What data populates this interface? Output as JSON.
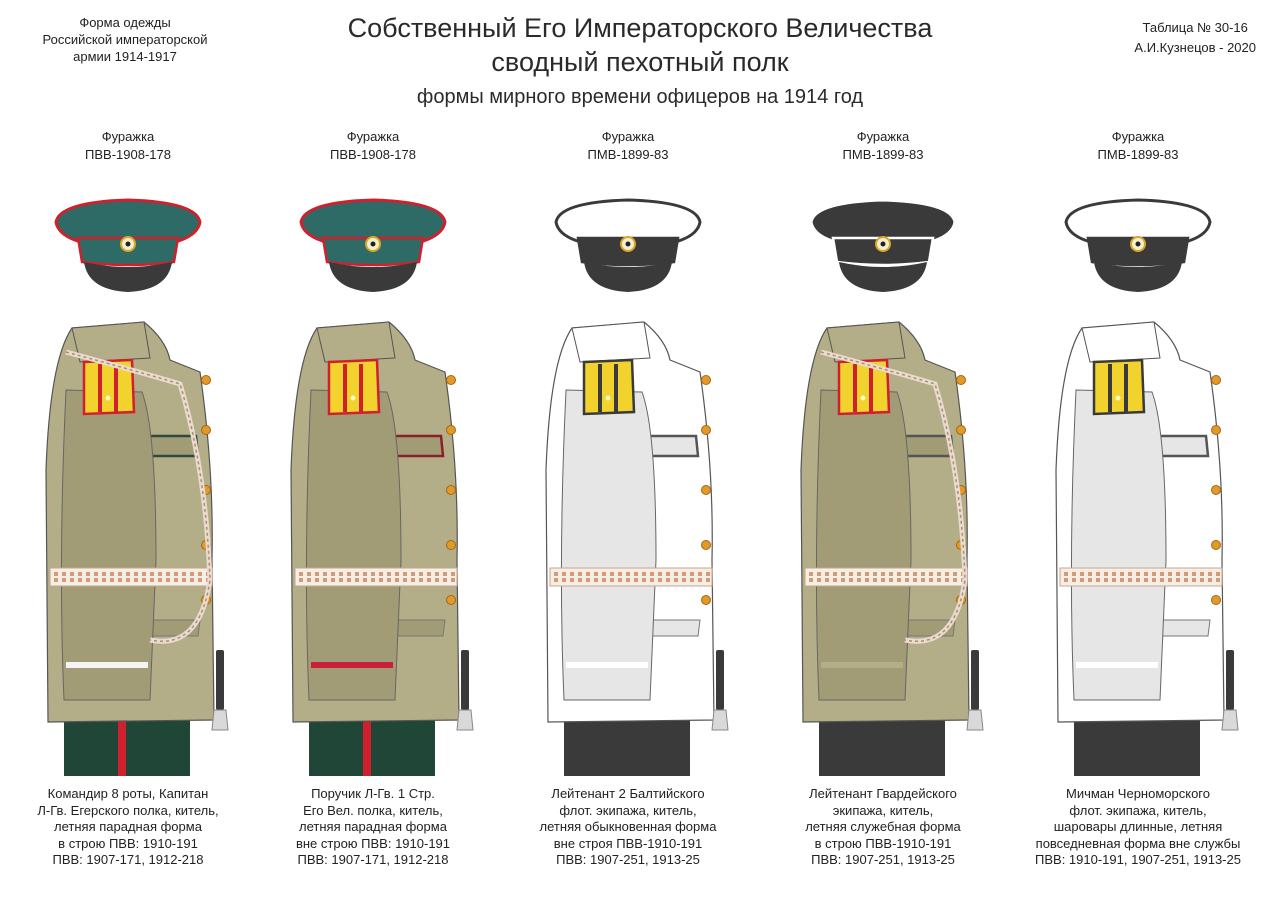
{
  "header": {
    "left_lines": [
      "Форма одежды",
      "Российской императорской",
      "армии  1914-1917"
    ],
    "right_lines": [
      "Таблица № 30-16",
      "А.И.Кузнецов - 2020"
    ],
    "title_line1": "Собственный Его Императорского Величества",
    "title_line2": "сводный пехотный полк",
    "subtitle": "формы мирного времени офицеров на 1914 год"
  },
  "figures": [
    {
      "cap_title": "Фуражка",
      "cap_code": "ПВВ-1908-178",
      "cap": {
        "crown": "#2f6b66",
        "band": "#2f6b66",
        "piping": "#d0202e",
        "visor": "#3a3a3a"
      },
      "tunic": {
        "color": "#b3ae87",
        "shade": "#a19c76",
        "pocket_flap": "#2e4a3e",
        "cuff": "#f4f4f4",
        "aiguillette": true
      },
      "epaulette": {
        "base": "#f2d22c",
        "edge": "#d0202e",
        "stripes": "#d0202e"
      },
      "trousers": {
        "color": "#1f4636",
        "stripe": "#d0202e"
      },
      "lines": [
        "Командир 8 роты, Капитан",
        "Л-Гв. Егерского полка, китель,",
        "летняя парадная форма",
        "в строю  ПВВ: 1910-191",
        "ПВВ: 1907-171, 1912-218"
      ]
    },
    {
      "cap_title": "Фуражка",
      "cap_code": "ПВВ-1908-178",
      "cap": {
        "crown": "#2f6b66",
        "band": "#2f6b66",
        "piping": "#d0202e",
        "visor": "#3a3a3a"
      },
      "tunic": {
        "color": "#b3ae87",
        "shade": "#a19c76",
        "pocket_flap": "#8a1f2c",
        "cuff": "#c8203a",
        "aiguillette": false
      },
      "epaulette": {
        "base": "#f2d22c",
        "edge": "#d0202e",
        "stripes": "#d0202e"
      },
      "trousers": {
        "color": "#1f4636",
        "stripe": "#d0202e"
      },
      "lines": [
        "Поручик  Л-Гв. 1 Стр.",
        "Его Вел. полка, китель,",
        "летняя парадная форма",
        "вне строю  ПВВ: 1910-191",
        "ПВВ: 1907-171, 1912-218"
      ]
    },
    {
      "cap_title": "Фуражка",
      "cap_code": "ПМВ-1899-83",
      "cap": {
        "crown": "#ffffff",
        "band": "#3a3a3a",
        "piping": "#3a3a3a",
        "visor": "#3a3a3a"
      },
      "tunic": {
        "color": "#ffffff",
        "shade": "#e6e6e6",
        "pocket_flap": "#555555",
        "cuff": "#ffffff",
        "aiguillette": false
      },
      "epaulette": {
        "base": "#f2d22c",
        "edge": "#3a3a3a",
        "stripes": "#3a3a3a"
      },
      "trousers": {
        "color": "#3a3a3a",
        "stripe": "#3a3a3a"
      },
      "lines": [
        "Лейтенант 2 Балтийского",
        "флот. экипажа, китель,",
        "летняя обыкновенная форма",
        "вне строя ПВВ-1910-191",
        "ПВВ: 1907-251, 1913-25"
      ]
    },
    {
      "cap_title": "Фуражка",
      "cap_code": "ПМВ-1899-83",
      "cap": {
        "crown": "#3a3a3a",
        "band": "#3a3a3a",
        "piping": "#ffffff",
        "visor": "#3a3a3a"
      },
      "tunic": {
        "color": "#b3ae87",
        "shade": "#a19c76",
        "pocket_flap": "#555555",
        "cuff": "#b3ae87",
        "aiguillette": true
      },
      "epaulette": {
        "base": "#f2d22c",
        "edge": "#d0202e",
        "stripes": "#d0202e"
      },
      "trousers": {
        "color": "#3a3a3a",
        "stripe": "#3a3a3a"
      },
      "lines": [
        "Лейтенант Гвардейского",
        "экипажа, китель,",
        "летняя служебная форма",
        "в строю  ПВВ-1910-191",
        "ПВВ: 1907-251, 1913-25"
      ]
    },
    {
      "cap_title": "Фуражка",
      "cap_code": "ПМВ-1899-83",
      "cap": {
        "crown": "#ffffff",
        "band": "#3a3a3a",
        "piping": "#3a3a3a",
        "visor": "#3a3a3a"
      },
      "tunic": {
        "color": "#ffffff",
        "shade": "#e6e6e6",
        "pocket_flap": "#555555",
        "cuff": "#ffffff",
        "aiguillette": false
      },
      "epaulette": {
        "base": "#f2d22c",
        "edge": "#3a3a3a",
        "stripes": "#3a3a3a"
      },
      "trousers": {
        "color": "#3a3a3a",
        "stripe": "#3a3a3a"
      },
      "lines": [
        "Мичман Черноморского",
        "флот. экипажа, китель,",
        "шаровары длинные, летняя",
        "повседневная форма вне службы",
        "ПВВ: 1910-191, 1907-251, 1913-25"
      ]
    }
  ]
}
